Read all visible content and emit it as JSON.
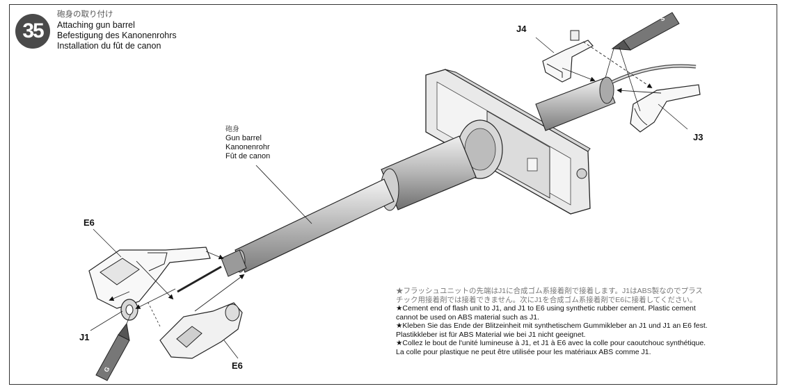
{
  "step": {
    "number": "35",
    "title_jp": "砲身の取り付け",
    "title_en": "Attaching gun barrel",
    "title_de": "Befestigung des Kanonenrohrs",
    "title_fr": "Installation du fût de canon"
  },
  "barrel_label": {
    "jp": "砲身",
    "en": "Gun barrel",
    "de": "Kanonenrohr",
    "fr": "Fût de canon"
  },
  "parts": {
    "j4": "J4",
    "j3": "J3",
    "e6_top": "E6",
    "e6_bottom": "E6",
    "j1": "J1",
    "glue_top": "S",
    "glue_bottom": "G"
  },
  "notes": {
    "jp_line1": "★フラッシュユニットの先端はJ1に合成ゴム系接着剤で接着します。J1はABS製なのでプラス",
    "jp_line2": "チック用接着剤では接着できません。次にJ1を合成ゴム系接着剤でE6に接着してください。",
    "en_line1": "★Cement end of flash unit to J1, and J1 to E6 using synthetic rubber cement. Plastic cement",
    "en_line2": "cannot be used on ABS material such as J1.",
    "de_line1": "★Kleben Sie das Ende der Blitzeinheit mit synthetischem Gummikleber an J1 und J1 an E6 fest.",
    "de_line2": "Plastikkleber ist für ABS Material wie bei J1 nicht geeignet.",
    "fr_line1": "★Collez le bout de l'unité lumineuse à J1, et J1 à E6 avec la colle pour caoutchouc synthétique.",
    "fr_line2": "La colle pour plastique ne peut être utilisée pour les matériaux ABS comme J1."
  }
}
